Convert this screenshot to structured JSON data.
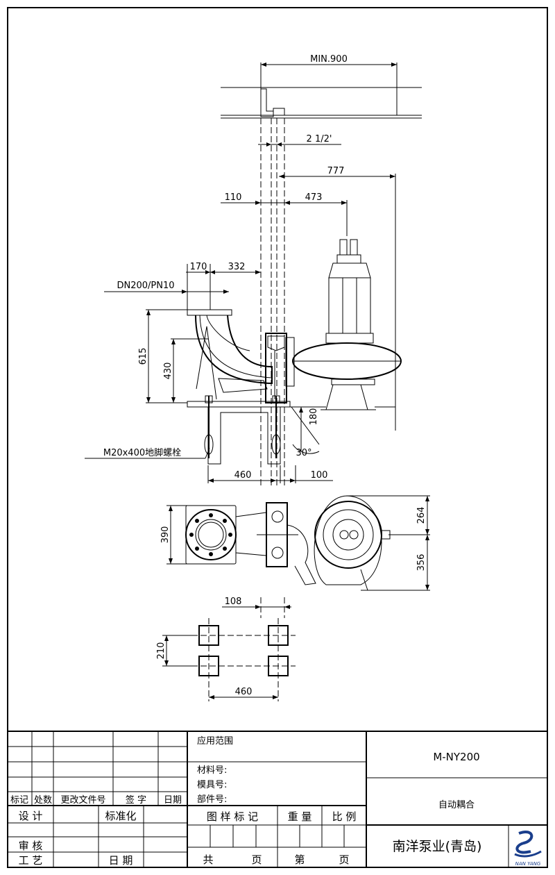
{
  "drawing": {
    "dimensions": {
      "min_900": "MIN.900",
      "rail_2_1_2": "2 1/2'",
      "d777": "777",
      "d110": "110",
      "d473": "473",
      "d170": "170",
      "d332": "332",
      "flange": "DN200/PN10",
      "d615": "615",
      "d430": "430",
      "d180": "180",
      "bolt": "M20x400地脚螺栓",
      "angle": "30°",
      "d460a": "460",
      "d100": "100",
      "d390": "390",
      "d264": "264",
      "d356": "356",
      "d108": "108",
      "d210": "210",
      "d460b": "460"
    }
  },
  "title_block": {
    "scope": "应用范围",
    "material": "材料号:",
    "die": "模具号:",
    "part": "部件号:",
    "h_mark": "标记",
    "h_count": "处数",
    "h_doc": "更改文件号",
    "h_sign": "签 字",
    "h_date": "日期",
    "design": "设 计",
    "standard": "标准化",
    "review": "审 核",
    "process": "工 艺",
    "date2": "日 期",
    "pattern_mark": "图 样 标 记",
    "weight": "重 量",
    "scale": "比 例",
    "total": "共",
    "page1": "页",
    "nth": "第",
    "page2": "页",
    "model": "M-NY200",
    "name": "自动耦合",
    "company": "南洋泵业(青岛)",
    "logo_text": "NAN YANG"
  }
}
